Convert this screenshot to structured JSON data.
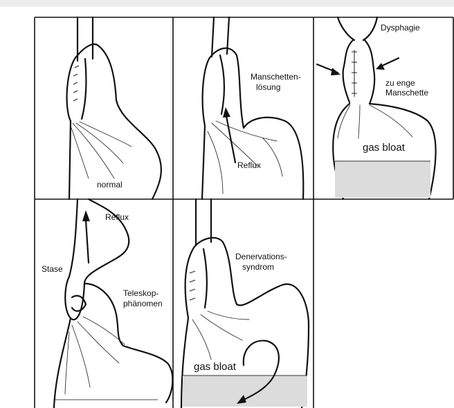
{
  "panels": [
    {
      "id": "normal",
      "labels": [
        "normal"
      ]
    },
    {
      "id": "slipped",
      "labels": [
        "Manschetten-",
        "lösung",
        "Reflux"
      ]
    },
    {
      "id": "tight",
      "labels": [
        "Dysphagie",
        "zu enge",
        "Manschette",
        "gas bloat"
      ]
    },
    {
      "id": "telescope",
      "labels": [
        "Reflux",
        "Stase",
        "Teleskop-",
        "phänomen"
      ]
    },
    {
      "id": "denervation",
      "labels": [
        "Denervations-",
        "syndrom",
        "gas bloat"
      ]
    }
  ],
  "colors": {
    "ink": "#111111",
    "gas_shade": "#dcdcdc",
    "background": "#ffffff"
  }
}
